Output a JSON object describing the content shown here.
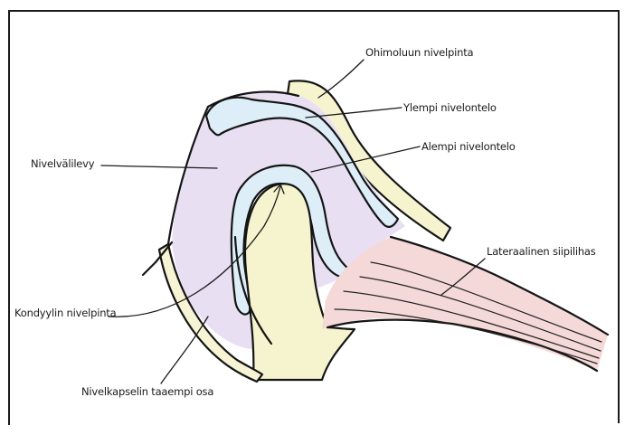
{
  "diagram": {
    "labels": {
      "articular_surface_temporal": "Ohimoluun nivelpinta",
      "upper_joint_cavity": "Ylempi nivelontelo",
      "lower_joint_cavity": "Alempi nivelontelo",
      "articular_disc": "Nivelvälilevy",
      "lateral_pterygoid": "Lateraalinen siipilihas",
      "condyle_surface": "Kondyylin nivelpinta",
      "posterior_capsule": "Nivelkapselin taaempi osa"
    },
    "colors": {
      "disc": "#e8dff3",
      "cavity": "#ddeef8",
      "bone": "#f6f3cf",
      "muscle": "#f5d8d8",
      "capsule": "#f7f4d6",
      "outline": "#151515",
      "frame": "#1a1a1a"
    }
  }
}
